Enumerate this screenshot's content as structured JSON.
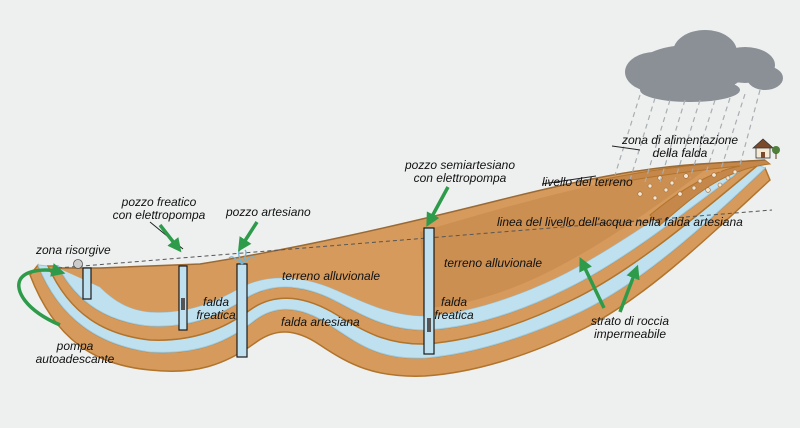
{
  "labels": {
    "zona_risorgive": "zona risorgive",
    "pompa_autoadescante": [
      "pompa",
      "autoadescante"
    ],
    "pozzo_freatico": [
      "pozzo freatico",
      "con elettropompa"
    ],
    "pozzo_artesiano": "pozzo artesiano",
    "pozzo_semiartesiano": [
      "pozzo semiartesiano",
      "con elettropompa"
    ],
    "livello_terreno": "livello del terreno",
    "zona_alimentazione": [
      "zona di alimentazione",
      "della falda"
    ],
    "linea_livello_acqua": "linea del livello dell'acqua nella falda artesiana",
    "terreno_alluvionale_1": "terreno alluvionale",
    "terreno_alluvionale_2": "terreno alluvionale",
    "falda_freatica_1": [
      "falda",
      "freatica"
    ],
    "falda_freatica_2": [
      "falda",
      "freatica"
    ],
    "falda_artesiana": "falda artesiana",
    "strato_roccia": [
      "strato di roccia",
      "impermeabile"
    ]
  },
  "colors": {
    "background": "#eef0ef",
    "terrain": "#d59a5c",
    "terrain_dark": "#c5874a",
    "water": "#bfe0ef",
    "rock_line": "#b2742a",
    "arrow_green": "#2e9b4a",
    "cloud": "#8a9096",
    "rain": "#a9aeb3",
    "well": "#1a1a1a"
  }
}
